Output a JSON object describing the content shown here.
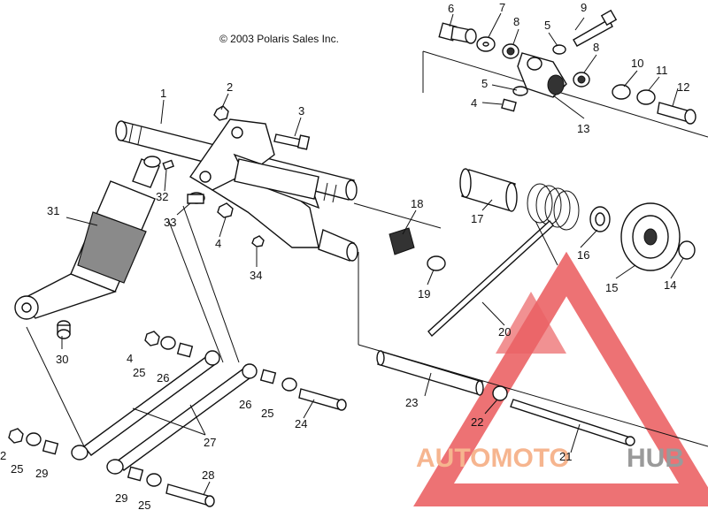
{
  "copyright": "© 2003 Polaris Sales Inc.",
  "watermark": {
    "brand_1": "AUTOMOTO",
    "brand_2": "HUB",
    "color_1": "#f6b58f",
    "color_2": "#9a9a9a",
    "logo_color": "#e8474a"
  },
  "callouts": {
    "c1": "1",
    "c2a": "2",
    "c2b": "2",
    "c3": "3",
    "c4a": "4",
    "c4b": "4",
    "c4c": "4",
    "c5a": "5",
    "c5b": "5",
    "c6": "6",
    "c7": "7",
    "c8a": "8",
    "c8b": "8",
    "c9": "9",
    "c10": "10",
    "c11": "11",
    "c12": "12",
    "c13": "13",
    "c14": "14",
    "c15": "15",
    "c16": "16",
    "c17": "17",
    "c18": "18",
    "c19": "19",
    "c20": "20",
    "c21": "21",
    "c22": "22",
    "c23": "23",
    "c24": "24",
    "c25a": "25",
    "c25b": "25",
    "c25c": "25",
    "c25d": "25",
    "c26a": "26",
    "c26b": "26",
    "c27": "27",
    "c28": "28",
    "c29a": "29",
    "c29b": "29",
    "c30": "30",
    "c31": "31",
    "c32": "32",
    "c33": "33",
    "c34": "34"
  }
}
